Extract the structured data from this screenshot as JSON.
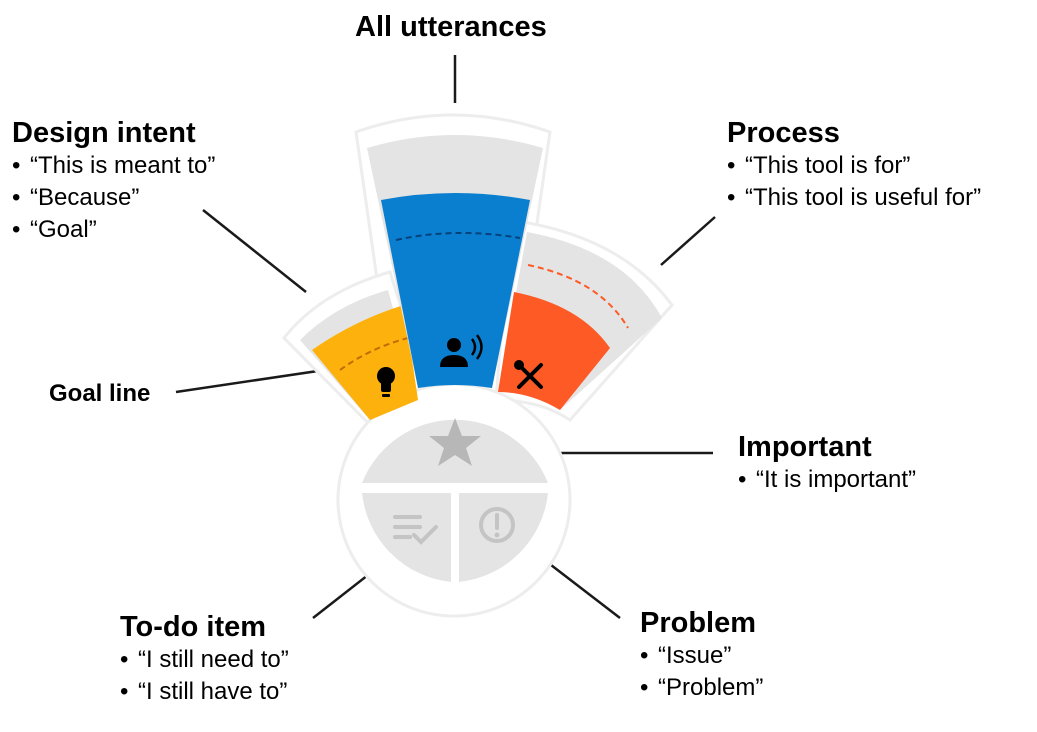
{
  "top_label": "All utterances",
  "goal_line_label": "Goal line",
  "colors": {
    "all_utterances": "#0A7FD0",
    "design_intent": "#FDB10C",
    "process": "#FD5A26",
    "track": "#E4E4E4",
    "outline": "#F2F2F2",
    "connector": "#1A1A1A"
  },
  "callouts": {
    "design_intent": {
      "title": "Design intent",
      "items": [
        "“This is meant to”",
        "“Because”",
        "“Goal”"
      ]
    },
    "process": {
      "title": "Process",
      "items": [
        "“This tool is for”",
        "“This tool is useful for”"
      ]
    },
    "important": {
      "title": "Important",
      "items": [
        "“It is important”"
      ]
    },
    "todo": {
      "title": "To-do item",
      "items": [
        "“I still need to”",
        "“I still have to”"
      ]
    },
    "problem": {
      "title": "Problem",
      "items": [
        "“Issue”",
        "“Problem”"
      ]
    }
  },
  "icons": {
    "design_intent": "lightbulb-icon",
    "all_utterances": "speaking-person-icon",
    "process": "tools-icon",
    "important": "star-icon",
    "todo": "checklist-icon",
    "problem": "exclamation-circle-icon"
  }
}
